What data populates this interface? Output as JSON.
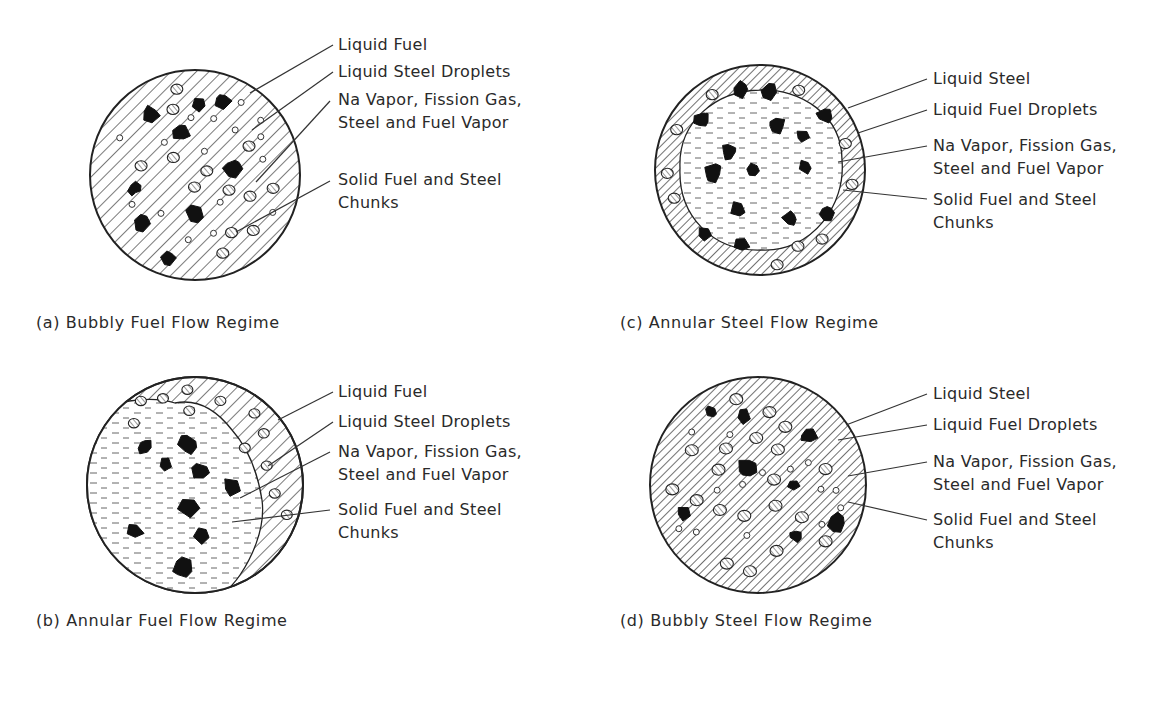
{
  "diagram": {
    "labels": [
      "Liquid Fuel",
      "Liquid Steel Droplets",
      "Na Vapor, Fission Gas, Steel and Fuel Vapor",
      "Solid Fuel and Steel Chunks",
      "(a) Bubbly Fuel Flow Regime",
      "Liquid Steel",
      "Liquid Fuel Droplets",
      "Na Vapor, Fission Gas, Steel and Fuel Vapor",
      "Solid Fuel and Steel Chunks",
      "(c) Annular Steel Flow Regime",
      "Liquid Fuel",
      "Liquid Steel Droplets",
      "Na Vapor, Fission Gas, Steel and Fuel Vapor",
      "Solid Fuel and Steel Chunks",
      "(b) Annular Fuel Flow Regime",
      "Liquid Steel",
      "Liquid Fuel Droplets",
      "Na Vapor, Fission Gas, Steel and Fuel Vapor",
      "Solid Fuel and Steel Chunks",
      "(d) Bubbly Steel Flow Regime"
    ]
  }
}
